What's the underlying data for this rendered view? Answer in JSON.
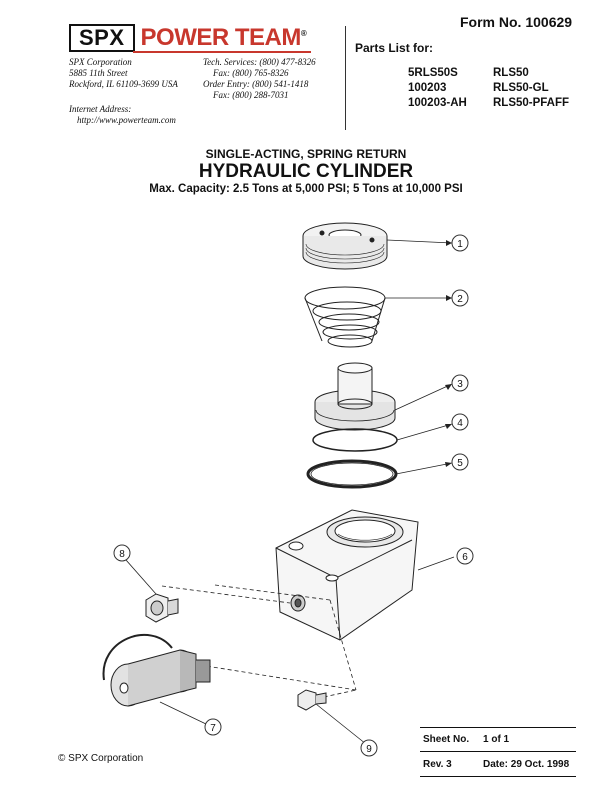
{
  "header": {
    "logo_left": "SPX",
    "logo_right": "POWER TEAM",
    "logo_reg": "®",
    "form_no": "Form No.  100629",
    "company": [
      "SPX Corporation",
      "5885 11th Street",
      "Rockford, IL 61109-3699 USA"
    ],
    "contacts": [
      "Tech. Services: (800) 477-8326",
      "Fax: (800) 765-8326",
      "Order Entry: (800) 541-1418",
      "Fax: (800) 288-7031"
    ],
    "internet_label": "Internet Address:",
    "internet_url": "http://www.powerteam.com",
    "parts_list_label": "Parts List for:",
    "models_col1": [
      "5RLS50S",
      "100203",
      "100203-AH"
    ],
    "models_col2": [
      "RLS50",
      "RLS50-GL",
      "RLS50-PFAFF"
    ]
  },
  "title": {
    "line1": "SINGLE-ACTING,  SPRING RETURN",
    "line2": "HYDRAULIC CYLINDER",
    "line3": "Max. Capacity:  2.5 Tons at 5,000 PSI; 5 Tons at 10,000 PSI"
  },
  "callouts": [
    "1",
    "2",
    "3",
    "4",
    "5",
    "6",
    "7",
    "8",
    "9"
  ],
  "footer": {
    "copyright": "© SPX Corporation",
    "sheet_label": "Sheet No.",
    "sheet_value": "1 of 1",
    "rev_label": "Rev. 3",
    "date_label": "Date: 29 Oct. 1998"
  }
}
